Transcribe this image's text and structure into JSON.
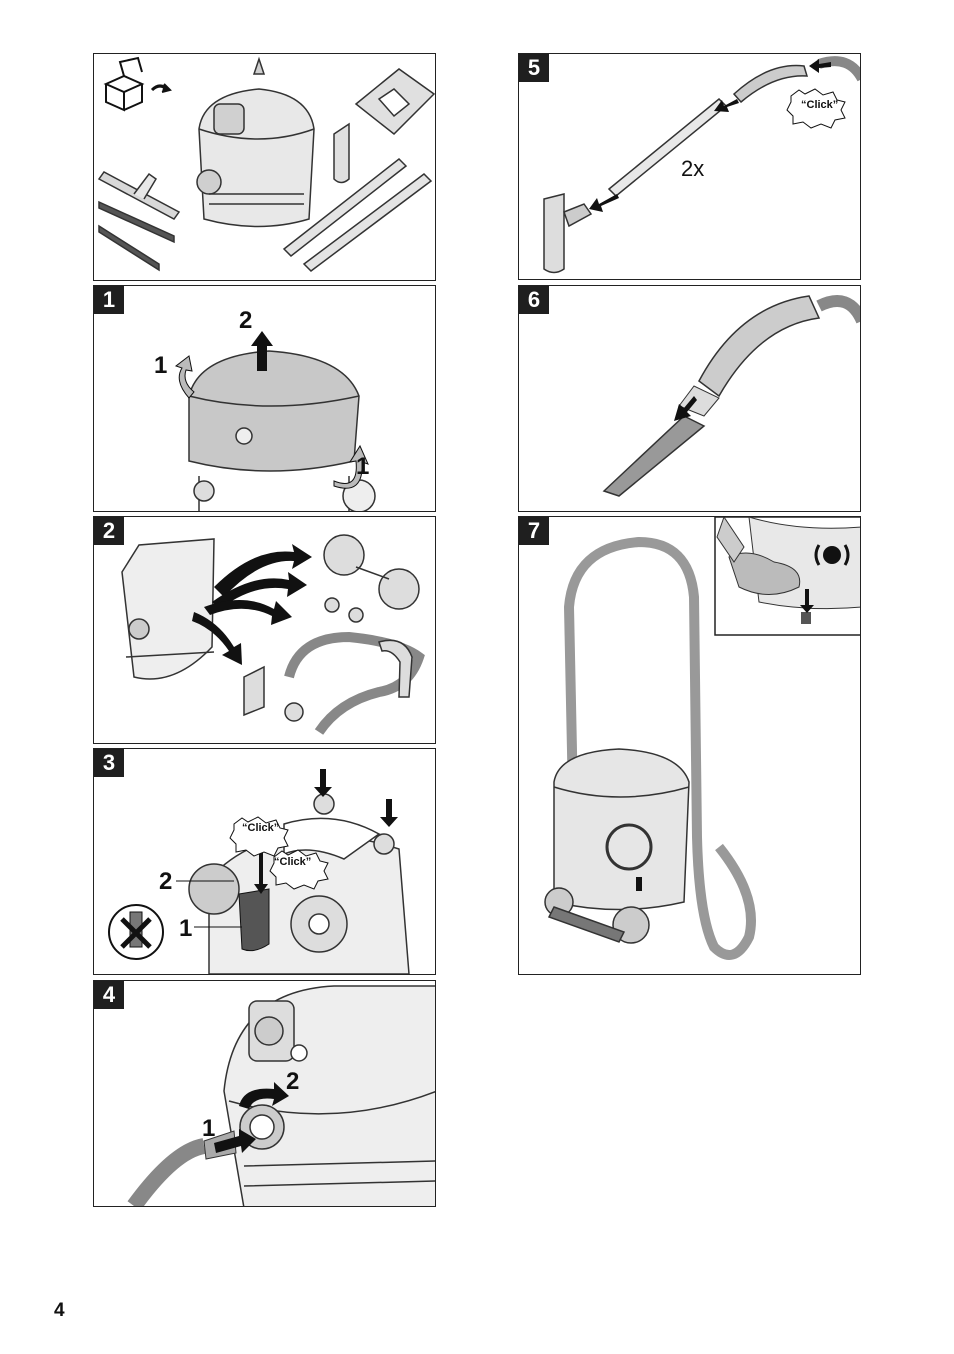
{
  "page": {
    "number": "4"
  },
  "panels": [
    {
      "id": "0",
      "label": ""
    },
    {
      "id": "1",
      "label": "1",
      "callouts": [
        "1",
        "2",
        "1"
      ]
    },
    {
      "id": "2",
      "label": "2"
    },
    {
      "id": "3",
      "label": "3",
      "callouts": [
        "2",
        "1"
      ],
      "clicks": [
        "“Click”",
        "“Click”"
      ]
    },
    {
      "id": "4",
      "label": "4",
      "callouts": [
        "1",
        "2"
      ]
    },
    {
      "id": "5",
      "label": "5",
      "multiplier": "2x",
      "clicks": [
        "“Click”"
      ]
    },
    {
      "id": "6",
      "label": "6"
    },
    {
      "id": "7",
      "label": "7"
    }
  ],
  "colors": {
    "ink": "#1f1f1f",
    "grey_fill": "#cfcfcf",
    "dark_fill": "#6a6a6a",
    "light_fill": "#ececec"
  },
  "icons": [
    "box-unpack-icon",
    "arrow-icon",
    "click-burst-icon",
    "no-screw-icon",
    "vibration-icon"
  ]
}
